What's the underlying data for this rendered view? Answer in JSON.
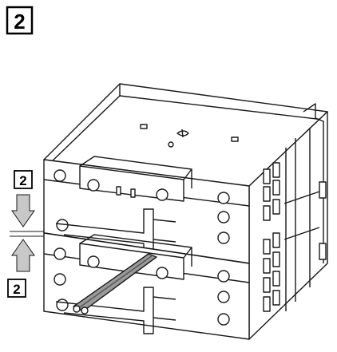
{
  "step": {
    "number": "2"
  },
  "callouts": [
    {
      "label": "2",
      "arrow": "down"
    },
    {
      "label": "2",
      "arrow": "up"
    }
  ],
  "colors": {
    "line": "#1a1a1a",
    "arrow_fill": "#c8c8c8",
    "bridge_fill": "#9a9a9a",
    "background": "#ffffff"
  }
}
